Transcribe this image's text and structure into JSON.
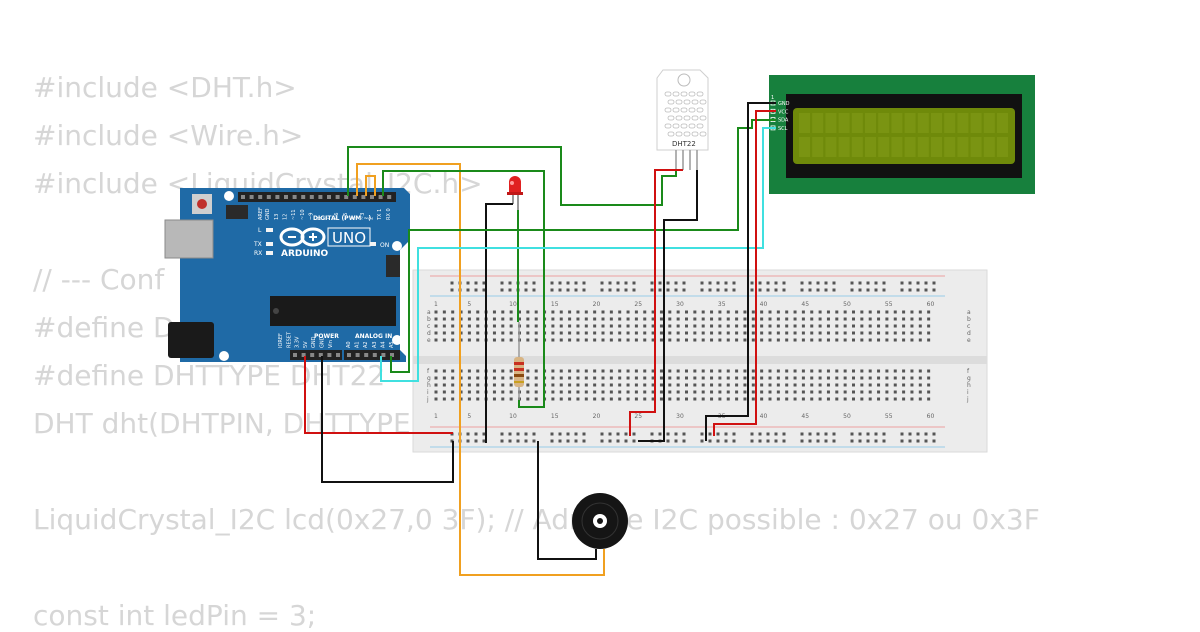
{
  "code": {
    "lines": [
      "#include <DHT.h>",
      "#include <Wire.h>",
      "#include <LiquidCrystal_I2C.h>",
      "",
      "// --- Conf",
      "#define D",
      "#define DHTTYPE DHT22",
      "DHT dht(DHTPIN, DHTTYPE",
      "",
      "LiquidCrystal_I2C lcd(0x27,0 3F); // Adresse I2C possible : 0x27 ou 0x3F",
      "",
      "const int ledPin = 3;"
    ]
  },
  "arduino": {
    "brand": "ARDUINO",
    "model": "UNO",
    "digital_header": "DIGITAL (PWM ~)",
    "power_header": "POWER",
    "analog_header": "ANALOG IN",
    "on_label": "ON",
    "led_l": "L",
    "led_tx": "TX",
    "led_rx": "RX",
    "aref": "AREF",
    "gnd": "GND",
    "digital_pins": [
      "13",
      "12",
      "~11",
      "~10",
      "~9",
      "8",
      "7",
      "~6",
      "~5",
      "4",
      "~3",
      "2",
      "TX 1",
      "RX 0"
    ],
    "power_pins": [
      "IOREF",
      "RESET",
      "3.3V",
      "5V",
      "GND",
      "GND",
      "Vin"
    ],
    "analog_pins": [
      "A0",
      "A1",
      "A2",
      "A3",
      "A4",
      "A5"
    ]
  },
  "dht": {
    "label": "DHT22"
  },
  "lcd": {
    "pins": [
      "GND",
      "VCC",
      "SDA",
      "SCL"
    ],
    "pin_one": "1"
  },
  "breadboard": {
    "col_numbers": [
      "1",
      "5",
      "10",
      "15",
      "20",
      "25",
      "30",
      "35",
      "40",
      "45",
      "50",
      "55",
      "60"
    ],
    "rows_top": [
      "a",
      "b",
      "c",
      "d",
      "e"
    ],
    "rows_bottom": [
      "f",
      "g",
      "h",
      "i",
      "j"
    ]
  },
  "colors": {
    "wire_green": "#1a8a1a",
    "wire_orange": "#f0a020",
    "wire_red": "#d01010",
    "wire_black": "#111111",
    "wire_cyan": "#40e0e0",
    "arduino_blue": "#1f6aa6",
    "lcd_pcb": "#17803d",
    "lcd_screen": "#6f8a0a",
    "code_text": "#d6d6d6"
  }
}
